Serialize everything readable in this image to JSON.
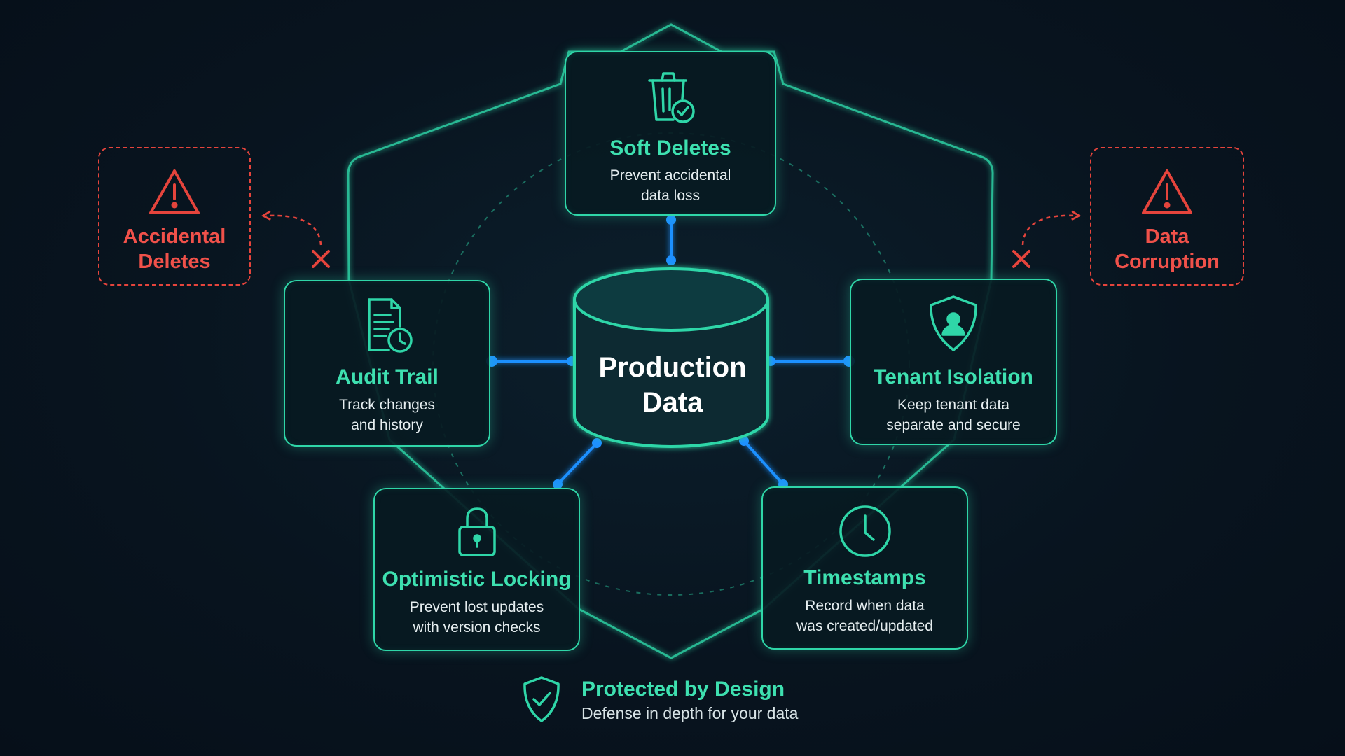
{
  "center": {
    "title_line1": "Production",
    "title_line2": "Data"
  },
  "cards": {
    "soft_deletes": {
      "title": "Soft Deletes",
      "desc_line1": "Prevent accidental",
      "desc_line2": "data loss"
    },
    "audit_trail": {
      "title": "Audit Trail",
      "desc_line1": "Track changes",
      "desc_line2": "and history"
    },
    "tenant_isolation": {
      "title": "Tenant Isolation",
      "desc_line1": "Keep tenant data",
      "desc_line2": "separate and secure"
    },
    "optimistic_locking": {
      "title": "Optimistic Locking",
      "desc_line1": "Prevent lost updates",
      "desc_line2": "with version checks"
    },
    "timestamps": {
      "title": "Timestamps",
      "desc_line1": "Record when data",
      "desc_line2": "was created/updated"
    }
  },
  "threats": {
    "left": {
      "line1": "Accidental",
      "line2": "Deletes"
    },
    "right": {
      "line1": "Data",
      "line2": "Corruption"
    }
  },
  "footer": {
    "title": "Protected by Design",
    "subtitle": "Defense in depth for your data"
  },
  "icons": {
    "soft_deletes": "trash-check-icon",
    "audit_trail": "document-clock-icon",
    "tenant_isolation": "shield-user-icon",
    "optimistic_locking": "padlock-icon",
    "timestamps": "clock-icon",
    "threat": "warning-triangle-icon",
    "footer": "shield-check-icon"
  },
  "colors": {
    "accent": "#2fd6a8",
    "accent_text": "#3ee0b0",
    "connector": "#1e90ff",
    "threat": "#e5443c",
    "background": "#08141f"
  }
}
